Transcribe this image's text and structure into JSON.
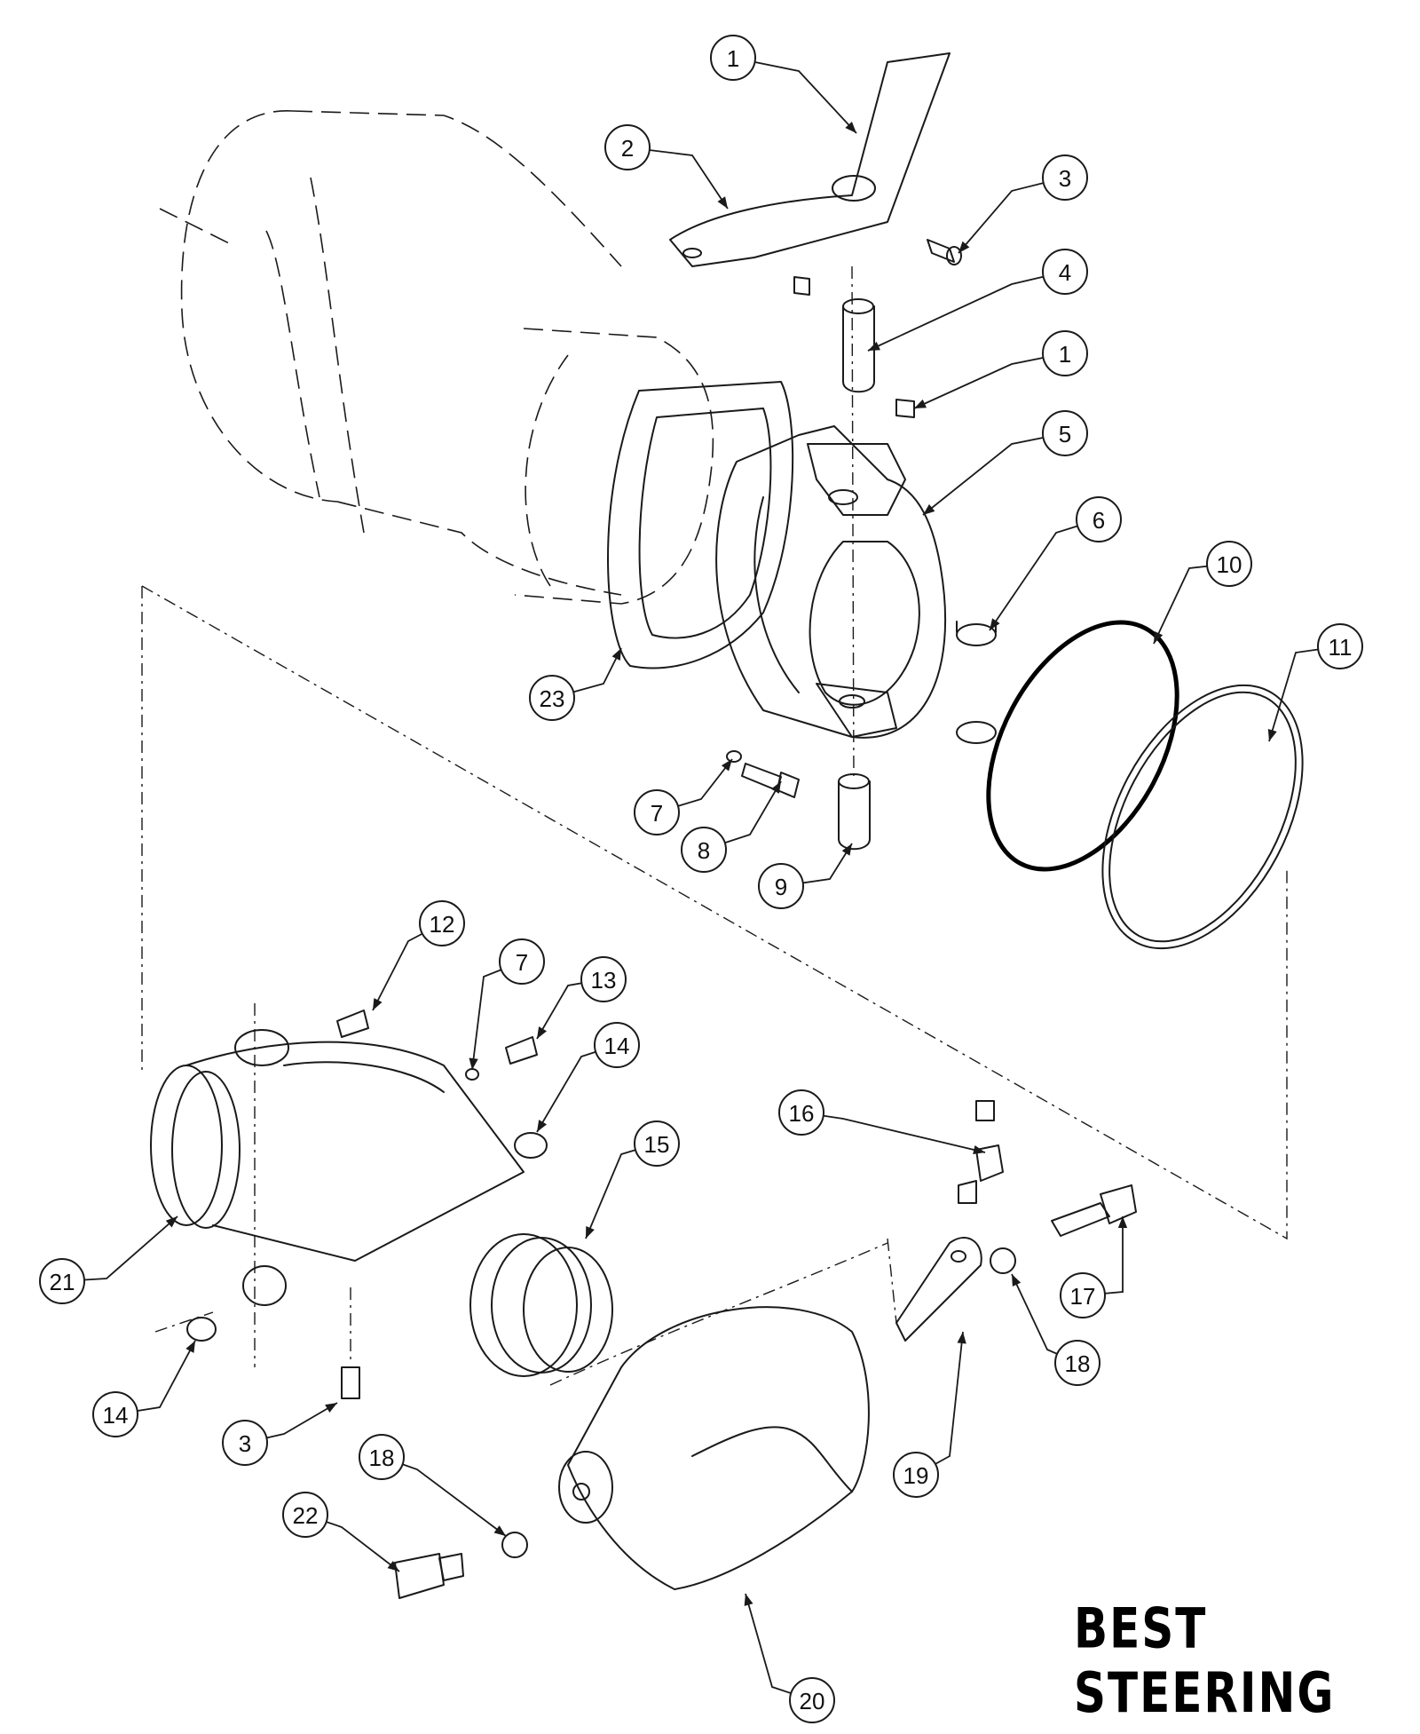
{
  "brand_label": "BEST STEERING",
  "callouts": [
    "1",
    "2",
    "3",
    "4",
    "1",
    "5",
    "6",
    "10",
    "11",
    "23",
    "7",
    "8",
    "9",
    "12",
    "7",
    "13",
    "14",
    "15",
    "16",
    "21",
    "17",
    "14",
    "3",
    "18",
    "18",
    "19",
    "22",
    "20"
  ]
}
